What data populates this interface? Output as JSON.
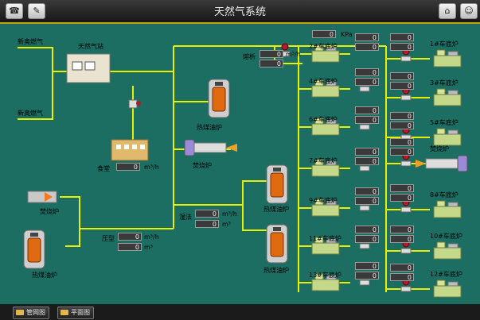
{
  "header": {
    "title": "天然气系统",
    "left_icons": [
      "phone-icon",
      "edit-icon"
    ],
    "right_icons": [
      "home-icon",
      "user-icon"
    ]
  },
  "sources": {
    "gas_in_1": "新奥燃气",
    "gas_in_2": "新奥燃气",
    "station": "天然气站",
    "canteen": "食堂",
    "canteen_flow": "0",
    "flow_unit": "m³/h",
    "volume_unit": "m³",
    "pressure_value": "0",
    "pressure_unit": "KPa"
  },
  "left_users": {
    "boiler_top": "热煤油炉",
    "incinerator": "焚烧炉",
    "incinerator_left": "焚烧炉",
    "boiler_left": "热煤油炉",
    "press_label": "压型",
    "press_flow": "0",
    "press_volume": "0",
    "wet_label": "湿法",
    "wet_flow": "0",
    "wet_volume": "0",
    "boiler_mid": "热煤油炉",
    "boiler_bottom": "热煤油炉"
  },
  "meter_top": {
    "label": "熔析",
    "flow": "0",
    "volume": "0"
  },
  "furnaces_left": [
    {
      "label": "2#车底炉",
      "v1": "0",
      "v2": "0"
    },
    {
      "label": "4#车底炉",
      "v1": "0",
      "v2": "0"
    },
    {
      "label": "6#车底炉",
      "v1": "0",
      "v2": "0"
    },
    {
      "label": "7#车底炉",
      "v1": "0",
      "v2": "0"
    },
    {
      "label": "9#车底炉",
      "v1": "0",
      "v2": "0"
    },
    {
      "label": "11#车底炉",
      "v1": "0",
      "v2": "0"
    },
    {
      "label": "13#车底炉",
      "v1": "0",
      "v2": "0"
    }
  ],
  "furnaces_right": [
    {
      "label": "1#车底炉",
      "v1": "0",
      "v2": "0"
    },
    {
      "label": "3#车底炉",
      "v1": "0",
      "v2": "0"
    },
    {
      "label": "5#车底炉",
      "v1": "0",
      "v2": "0"
    },
    {
      "label": "焚烧炉",
      "v1": "0",
      "v2": "0"
    },
    {
      "label": "8#车底炉",
      "v1": "0",
      "v2": "0"
    },
    {
      "label": "10#车底炉",
      "v1": "0",
      "v2": "0"
    },
    {
      "label": "12#车底炉",
      "v1": "0",
      "v2": "0"
    }
  ],
  "footer": {
    "btn_pipe": "管网图",
    "btn_plan": "平面图"
  },
  "colors": {
    "bg": "#1c6e63",
    "pipe": "#e7f000",
    "meter": "#b01c2e"
  }
}
